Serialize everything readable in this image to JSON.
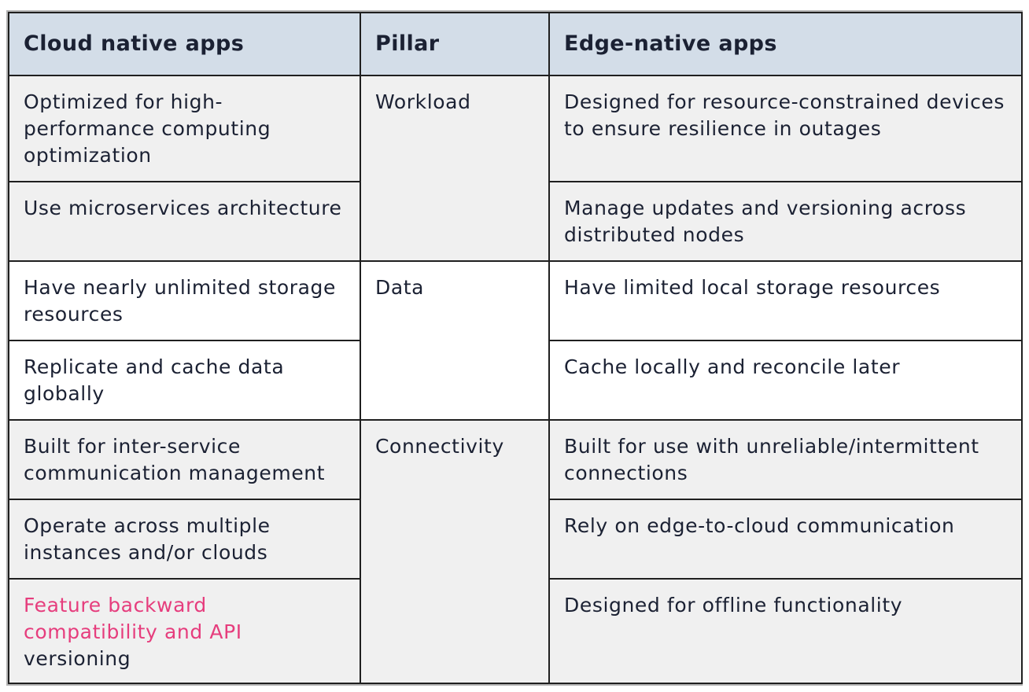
{
  "headers": {
    "cloud": "Cloud native apps",
    "pillar": "Pillar",
    "edge": "Edge-native apps"
  },
  "groups": [
    {
      "pillar": "Workload",
      "rows": [
        {
          "cloud": "Optimized for high-performance computing optimization",
          "edge": "Designed for resource-constrained devices to ensure resilience in outages"
        },
        {
          "cloud": "Use microservices architecture",
          "edge": "Manage updates and versioning across distributed nodes"
        }
      ]
    },
    {
      "pillar": "Data",
      "rows": [
        {
          "cloud": "Have nearly unlimited storage resources",
          "edge": "Have limited local storage resources"
        },
        {
          "cloud": "Replicate and cache data globally",
          "edge": "Cache locally and reconcile later"
        }
      ]
    },
    {
      "pillar": "Connectivity",
      "rows": [
        {
          "cloud": "Built for inter-service communication management",
          "edge": "Built for use with unreliable/intermittent connections"
        },
        {
          "cloud": "Operate across multiple instances and/or clouds",
          "edge": "Rely on edge-to-cloud communication"
        },
        {
          "cloud_highlight": "Feature backward compatibility and API",
          "cloud_rest": "versioning",
          "edge": "Designed for offline functionality"
        }
      ]
    }
  ],
  "colors": {
    "header_bg": "#d3dde8",
    "shaded_bg": "#f0f0f0",
    "white_bg": "#ffffff",
    "text": "#1b2133",
    "highlight": "#e63d7d",
    "border": "#1f1f1f"
  }
}
